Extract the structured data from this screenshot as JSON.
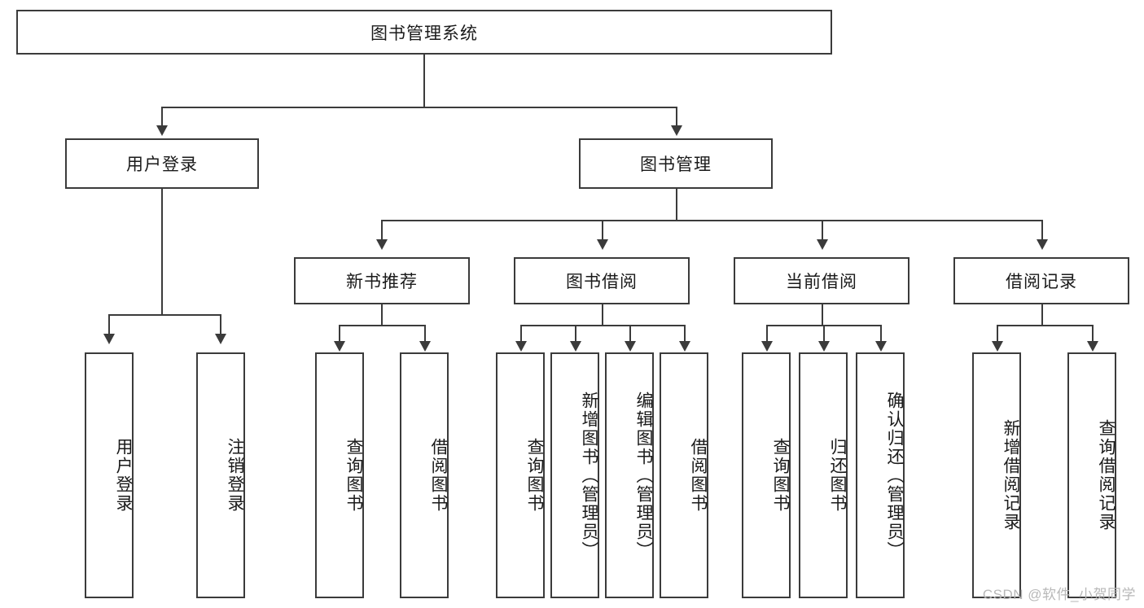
{
  "diagram": {
    "type": "tree",
    "title": "图书管理系统",
    "root": {
      "label": "图书管理系统"
    },
    "level2": [
      {
        "label": "用户登录"
      },
      {
        "label": "图书管理"
      }
    ],
    "level3": [
      {
        "label": "新书推荐"
      },
      {
        "label": "图书借阅"
      },
      {
        "label": "当前借阅"
      },
      {
        "label": "借阅记录"
      }
    ],
    "leaves": {
      "user_login": [
        {
          "label": "用户登录"
        },
        {
          "label": "注销登录"
        }
      ],
      "new_book_recommend": [
        {
          "label": "查询图书"
        },
        {
          "label": "借阅图书"
        }
      ],
      "book_borrow": [
        {
          "label": "查询图书"
        },
        {
          "label": "新增图书（管理员）"
        },
        {
          "label": "编辑图书（管理员）"
        },
        {
          "label": "借阅图书"
        }
      ],
      "current_borrow": [
        {
          "label": "查询图书"
        },
        {
          "label": "归还图书"
        },
        {
          "label": "确认归还（管理员）"
        }
      ],
      "borrow_record": [
        {
          "label": "新增借阅记录"
        },
        {
          "label": "查询借阅记录"
        }
      ]
    }
  },
  "watermark": {
    "text": "CSDN @软件_小贺同学"
  },
  "colors": {
    "stroke": "#3b3b3b",
    "fill": "#ffffff",
    "text": "#1a1a1a",
    "watermark": "#b8b8b8"
  }
}
